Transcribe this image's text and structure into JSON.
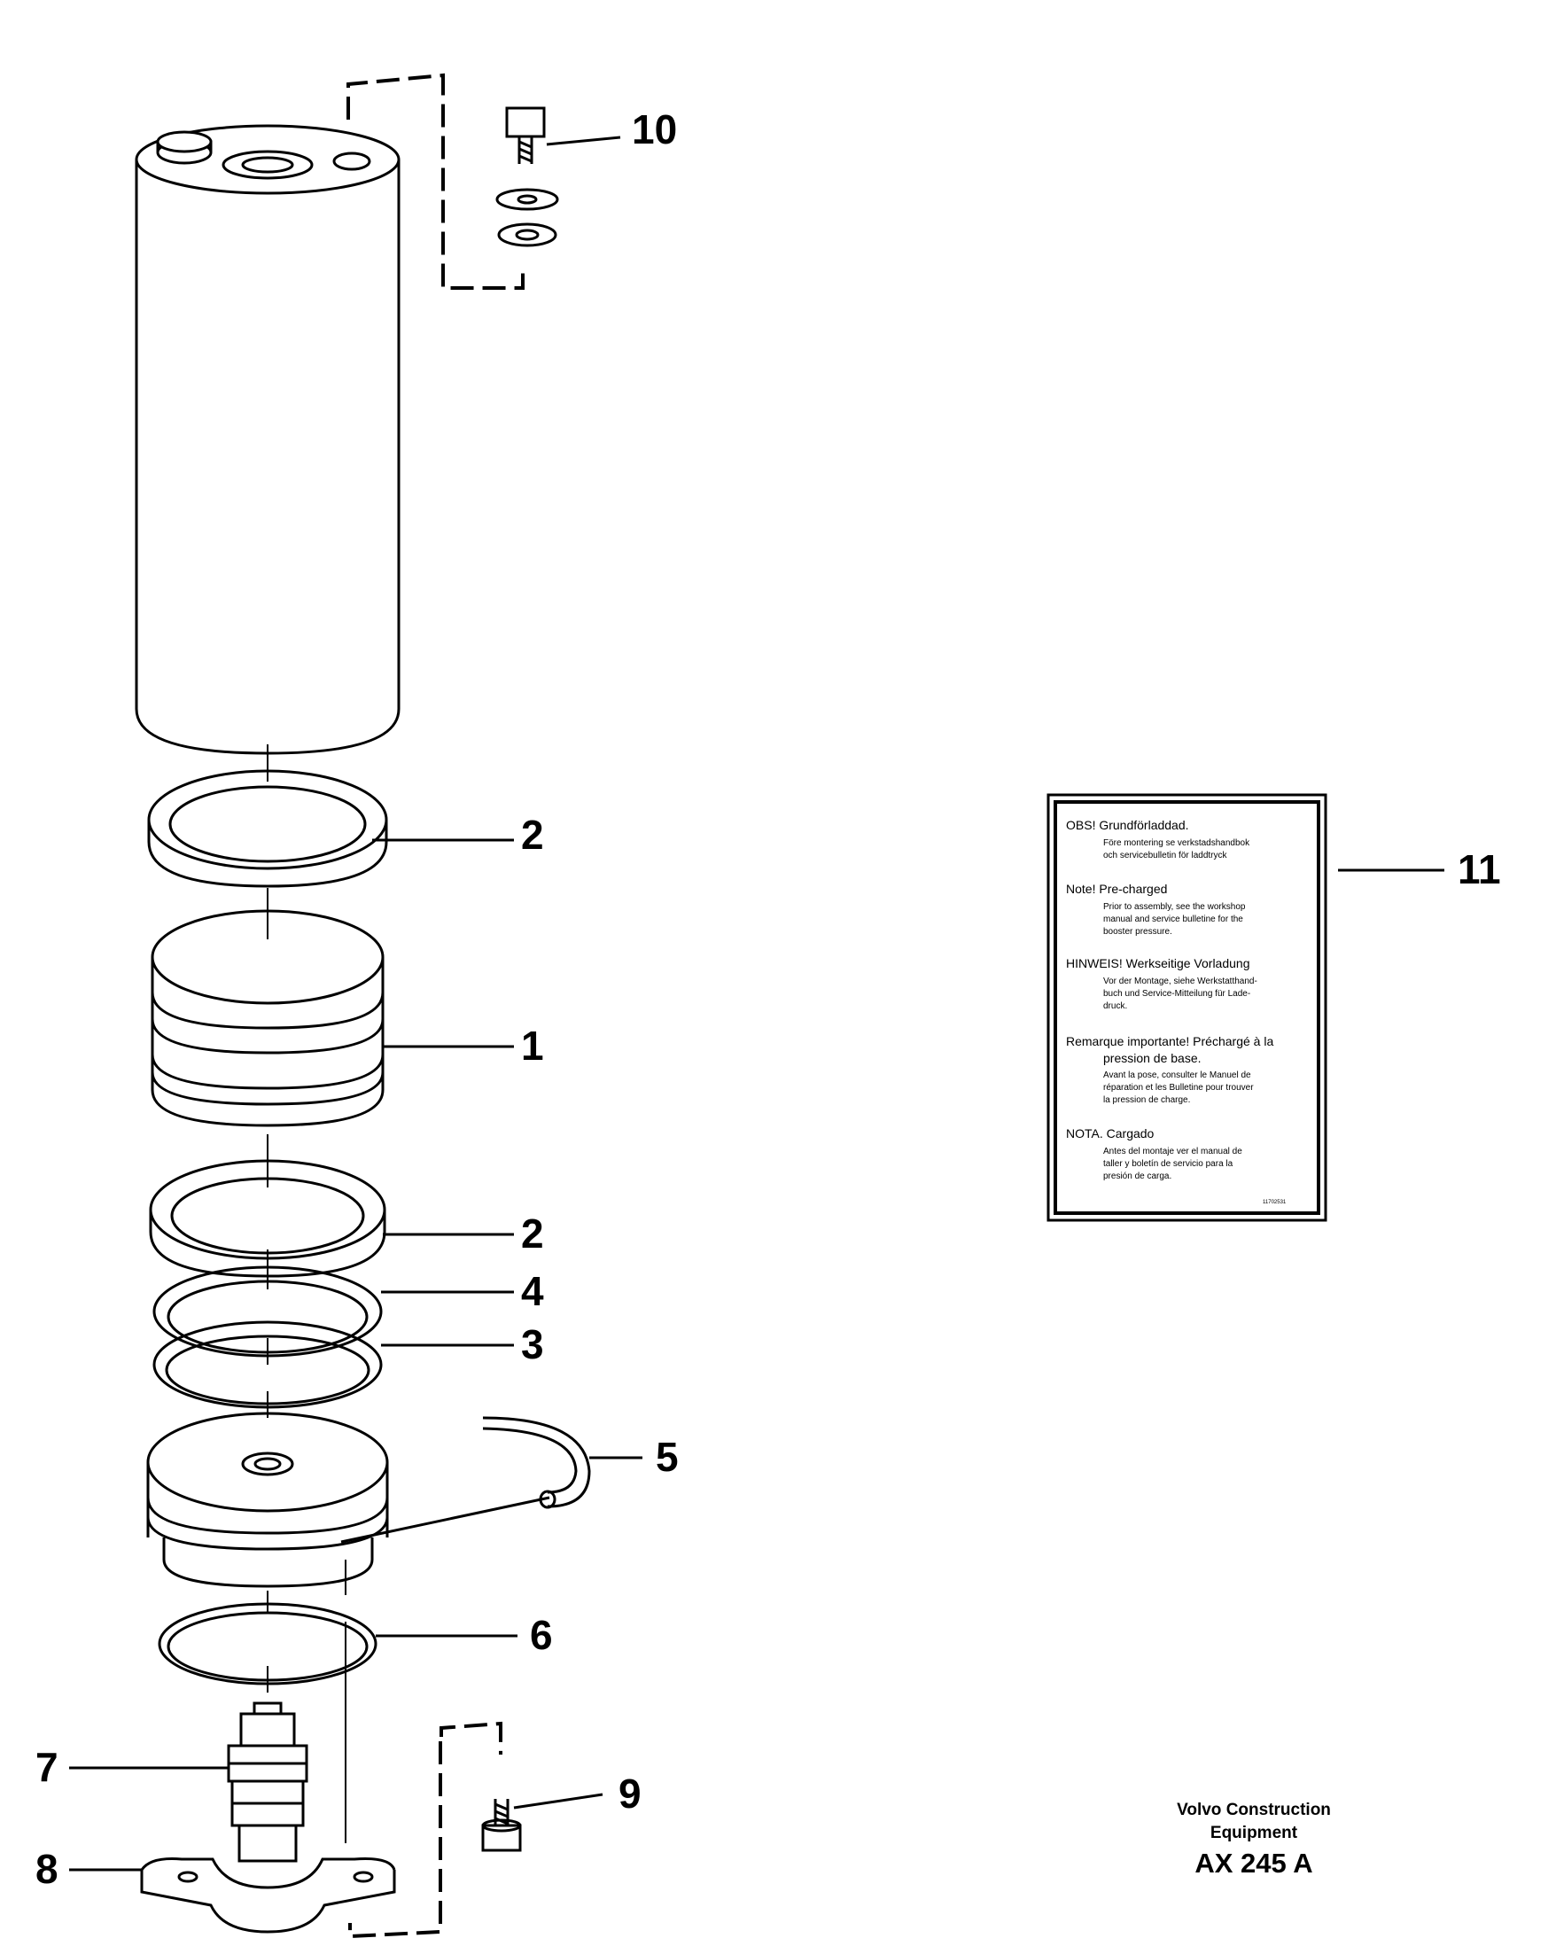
{
  "callouts": {
    "c1": "1",
    "c2a": "2",
    "c2b": "2",
    "c3": "3",
    "c4": "4",
    "c5": "5",
    "c6": "6",
    "c7": "7",
    "c8": "8",
    "c9": "9",
    "c10": "10",
    "c11": "11"
  },
  "label": {
    "obs_head": "OBS! Grundförladdad.",
    "obs_l1": "Före montering se verkstadshandbok",
    "obs_l2": "och servicebulletin för laddtryck",
    "note_head": "Note! Pre-charged",
    "note_l1": "Prior to assembly, see the workshop",
    "note_l2": "manual and service bulletine for the",
    "note_l3": "booster pressure.",
    "hin_head": "HINWEIS! Werkseitige Vorladung",
    "hin_l1": "Vor der Montage, siehe Werkstatthand-",
    "hin_l2": "buch und Service-Mitteilung für Lade-",
    "hin_l3": "druck.",
    "rem_head": "Remarque importante! Préchargé à la",
    "rem_head2": "pression de base.",
    "rem_l1": "Avant la pose, consulter le Manuel de",
    "rem_l2": "réparation et les Bulletine pour trouver",
    "rem_l3": "la pression de charge.",
    "nota_head": "NOTA. Cargado",
    "nota_l1": "Antes del montaje ver el manual de",
    "nota_l2": "taller y boletín de servicio para la",
    "nota_l3": "presión de carga.",
    "code": "11702531"
  },
  "footer": {
    "maker_line1": "Volvo Construction",
    "maker_line2": "Equipment",
    "drawing_code": "AX 245 A"
  }
}
